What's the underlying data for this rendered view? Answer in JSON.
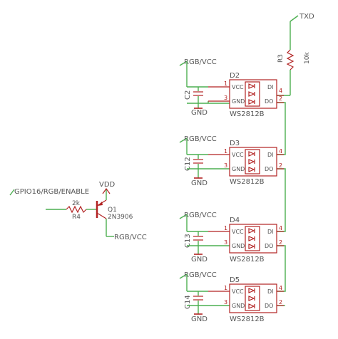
{
  "colors": {
    "wire": "#4caf50",
    "part": "#b22222",
    "text": "#555555"
  },
  "nets": {
    "txd": "TXD",
    "enable": "GPIO16/RGB/ENABLE",
    "vdd": "VDD",
    "rgbvcc": "RGB/VCC",
    "gnd": "GND"
  },
  "resistor_r3": {
    "name": "R3",
    "value": "10k"
  },
  "resistor_r4": {
    "name": "R4",
    "value": "2k"
  },
  "transistor": {
    "name": "Q1",
    "value": "2N3906"
  },
  "leds": [
    {
      "name": "D2",
      "type": "WS2812B",
      "cap": "C2",
      "vcc_net": "RGB/VCC",
      "gnd_net": "GND"
    },
    {
      "name": "D3",
      "type": "WS2812B",
      "cap": "C12",
      "vcc_net": "RGB/VCC",
      "gnd_net": "GND"
    },
    {
      "name": "D4",
      "type": "WS2812B",
      "cap": "C13",
      "vcc_net": "RGB/VCC",
      "gnd_net": "GND"
    },
    {
      "name": "D5",
      "type": "WS2812B",
      "cap": "C14",
      "vcc_net": "RGB/VCC",
      "gnd_net": "GND"
    }
  ],
  "led_pins": {
    "vcc": "VCC",
    "gnd": "GND",
    "di": "DI",
    "do": "DO",
    "p1": "1",
    "p2": "2",
    "p3": "3",
    "p4": "4"
  }
}
